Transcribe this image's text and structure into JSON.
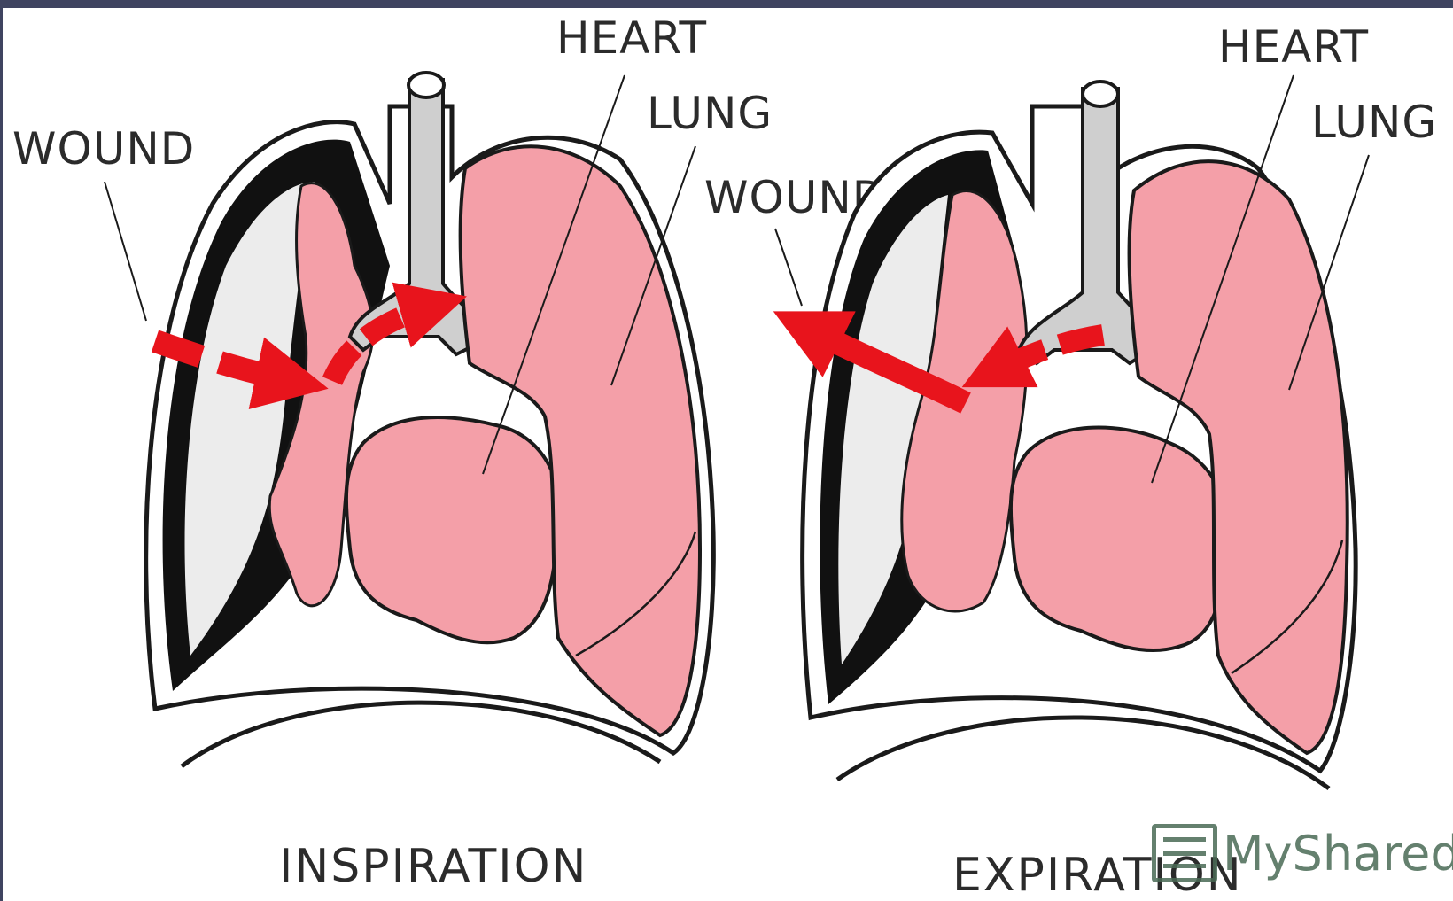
{
  "left_panel": {
    "heart_label": "HEART",
    "lung_label": "LUNG",
    "wound_label": "WOUND",
    "caption": "INSPIRATION"
  },
  "right_panel": {
    "heart_label": "HEART",
    "lung_label": "LUNG",
    "wound_label": "WOUND",
    "caption": "EXPIRATION"
  },
  "watermark": {
    "text": "MyShared"
  },
  "colors": {
    "lung_fill": "#f49fa8",
    "arrow": "#e8141c",
    "trachea": "#cfcfcf",
    "outline": "#1a1a1a",
    "frame": "#3f4460"
  }
}
